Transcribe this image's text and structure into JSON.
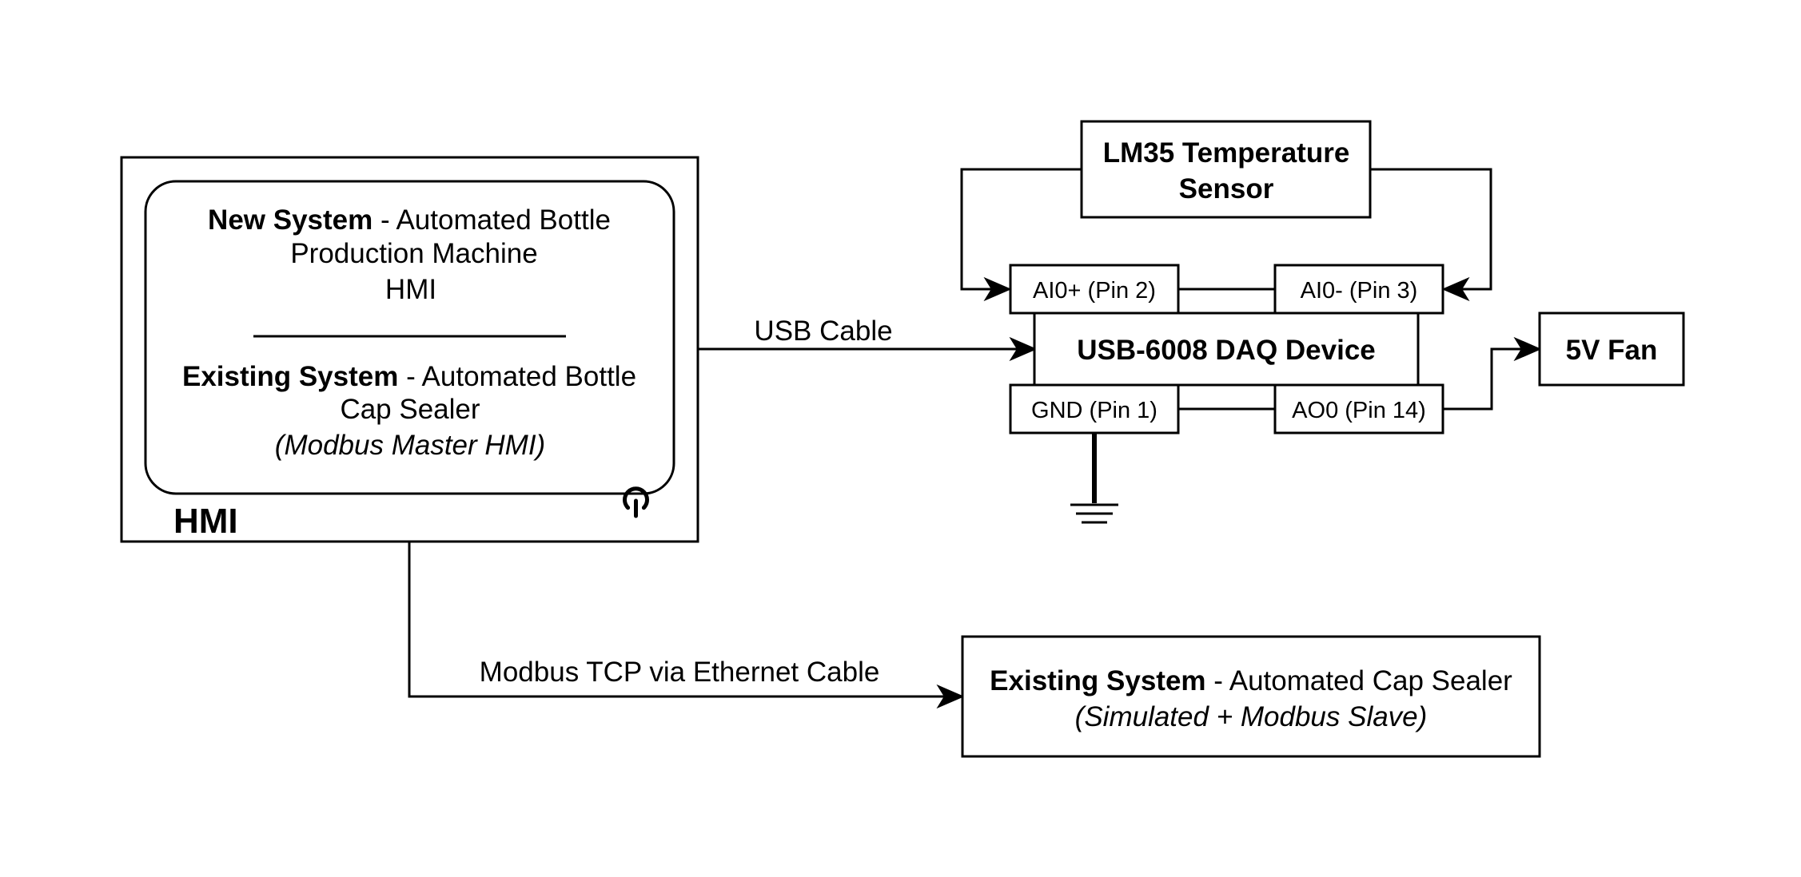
{
  "hmi": {
    "label": "HMI",
    "screen": {
      "new_system_bold": "New System",
      "new_system_rest": " - Automated Bottle",
      "new_system_line2": "Production Machine",
      "new_system_line3": "HMI",
      "existing_system_bold": "Existing System",
      "existing_system_rest": " - Automated Bottle",
      "existing_system_line2": "Cap Sealer",
      "existing_system_line3": "(Modbus Master HMI)"
    },
    "power_icon": "power-icon"
  },
  "daq": {
    "title": "USB-6008 DAQ Device",
    "pins": {
      "ai0_plus": "AI0+ (Pin 2)",
      "ai0_minus": "AI0- (Pin 3)",
      "gnd": "GND (Pin 1)",
      "ao0": "AO0 (Pin 14)"
    }
  },
  "sensor": {
    "line1": "LM35 Temperature",
    "line2": "Sensor"
  },
  "fan": {
    "label": "5V Fan"
  },
  "cap_sealer": {
    "bold": "Existing System",
    "rest": " - Automated Cap Sealer",
    "line2": "(Simulated + Modbus Slave)"
  },
  "connections": {
    "usb": "USB Cable",
    "modbus": "Modbus TCP via Ethernet Cable"
  }
}
